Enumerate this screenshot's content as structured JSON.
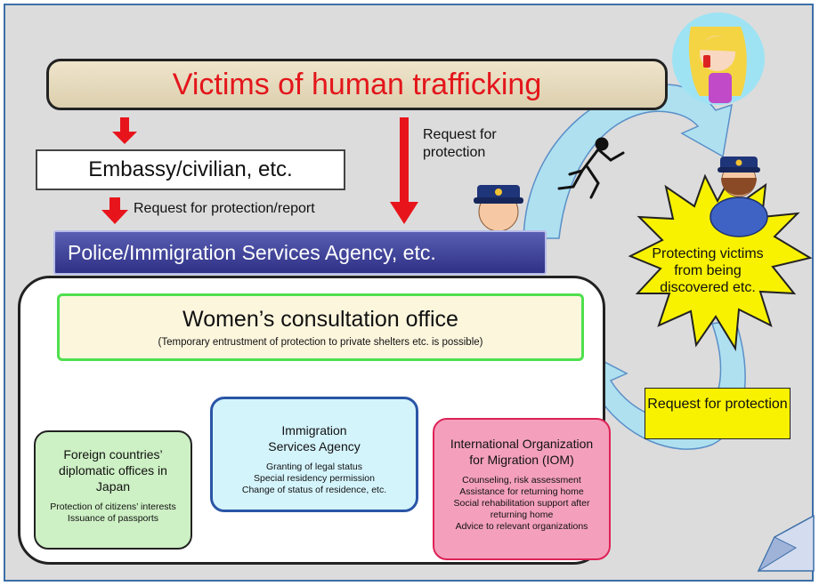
{
  "victims": {
    "title": "Victims of human trafficking"
  },
  "embassy": {
    "label": "Embassy/civilian, etc."
  },
  "labels": {
    "request_protection_report": "Request for protection/report",
    "request_protection_top": "Request for protection",
    "protecting_victims": "Protecting victims from being discovered etc.",
    "request_protection_scroll": "Request for protection"
  },
  "police": {
    "label": "Police/Immigration Services Agency, etc."
  },
  "office": {
    "title": "Women’s consultation office",
    "subtitle": "(Temporary entrustment of protection to private shelters etc. is possible)"
  },
  "foreign": {
    "title": "Foreign countries’ diplomatic offices in Japan",
    "items": [
      "Protection of citizens’ interests",
      "Issuance of passports"
    ]
  },
  "isa": {
    "title": "Immigration Services Agency",
    "items": [
      "Granting of legal status",
      "Special residency permission",
      "Change of status of residence, etc."
    ]
  },
  "iom": {
    "title": "International Organization for Migration (IOM)",
    "items": [
      "Counseling, risk assessment",
      "Assistance for returning home",
      "Social rehabilitation support after returning home",
      "Advice to relevant organizations"
    ]
  },
  "colors": {
    "victims_text": "#e3161b",
    "police_bar": "#2e3184",
    "office_border": "#4ee04e",
    "foreign_fill": "#cdf0c4",
    "isa_fill": "#d4f4fc",
    "iom_fill": "#f4a0bc",
    "burst_fill": "#f8f200",
    "flow_arrow": "#aee0f0",
    "down_arrow": "#e8141c",
    "link_arrow": "#e85c10"
  }
}
